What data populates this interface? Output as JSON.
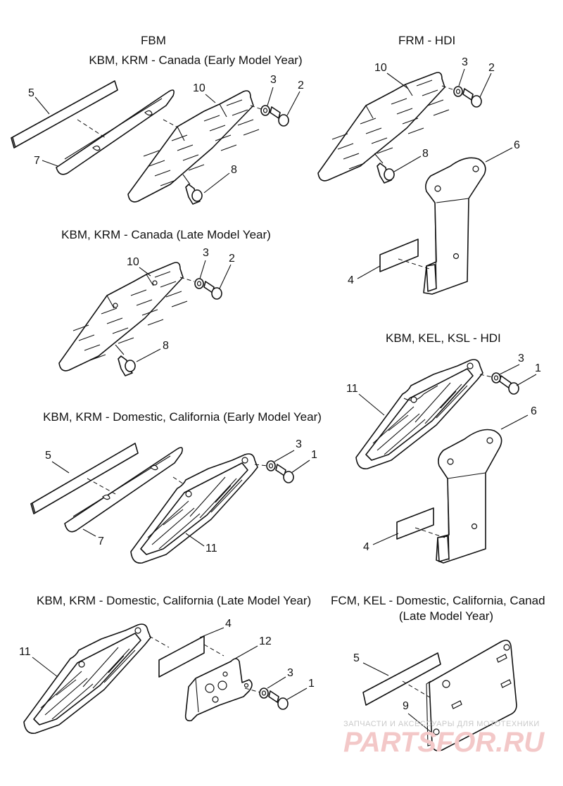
{
  "sections": {
    "fbm": {
      "title": "FBM",
      "subtitle": "KBM, KRM - Canada (Early Model Year)"
    },
    "frm_hdi": {
      "title": "FRM - HDI"
    },
    "canada_late": {
      "title": "KBM, KRM - Canada (Late Model Year)"
    },
    "kbm_kel_ksl": {
      "title": "KBM, KEL, KSL - HDI"
    },
    "domestic_early": {
      "title": "KBM, KRM - Domestic, California (Early Model Year)"
    },
    "domestic_late": {
      "title": "KBM, KRM - Domestic, California (Late Model Year)"
    },
    "fcm_kel": {
      "title": "FCM, KEL - Domestic, California, Canad",
      "subtitle": "(Late Model Year)"
    }
  },
  "callouts": {
    "s1": [
      "5",
      "7",
      "10",
      "3",
      "2",
      "8"
    ],
    "s2": [
      "10",
      "3",
      "2",
      "8",
      "6",
      "4"
    ],
    "s3": [
      "10",
      "3",
      "2",
      "8"
    ],
    "s4": [
      "11",
      "3",
      "1",
      "6",
      "4"
    ],
    "s5": [
      "5",
      "7",
      "3",
      "1",
      "11"
    ],
    "s6": [
      "11",
      "4",
      "12",
      "3",
      "1"
    ],
    "s7": [
      "5",
      "9"
    ]
  },
  "watermark": {
    "line1": "ЗАПЧАСТИ И АКСЕССУАРЫ ДЛЯ МОТОТЕХНИКИ",
    "line2": "PARTSFOR.RU",
    "color": "#f3c8c8"
  }
}
